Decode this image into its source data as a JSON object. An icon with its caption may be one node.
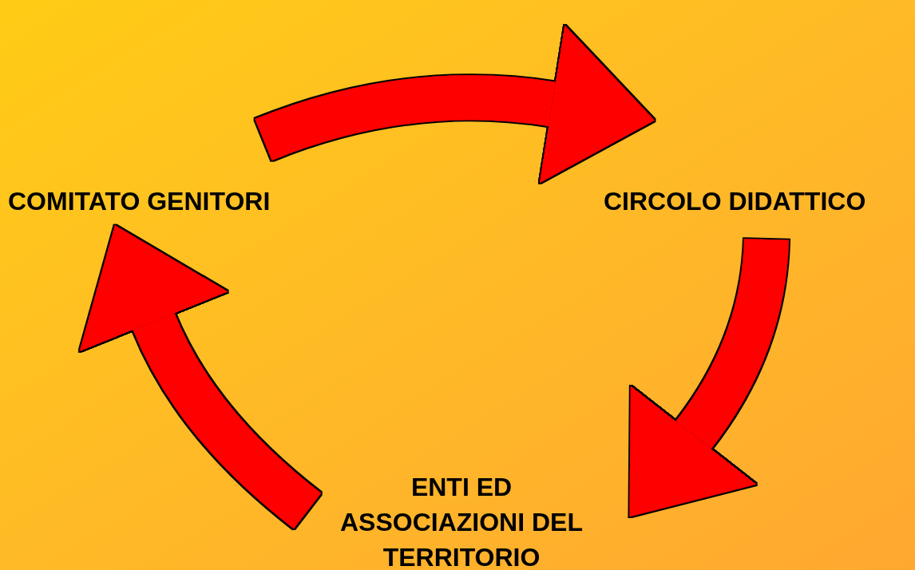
{
  "diagram": {
    "nodes": [
      {
        "text": [
          "COMITATO GENITORI"
        ]
      },
      {
        "text": [
          "CIRCOLO DIDATTICO"
        ]
      },
      {
        "text": [
          "ENTI ED ASSOCIAZIONI DEL TERRITORIO"
        ]
      }
    ],
    "edges": [
      {
        "from": 0,
        "to": 1,
        "arrow": "to"
      },
      {
        "from": 1,
        "to": 2,
        "arrow": "to"
      },
      {
        "from": 2,
        "to": 0,
        "arrow": "to"
      }
    ]
  }
}
